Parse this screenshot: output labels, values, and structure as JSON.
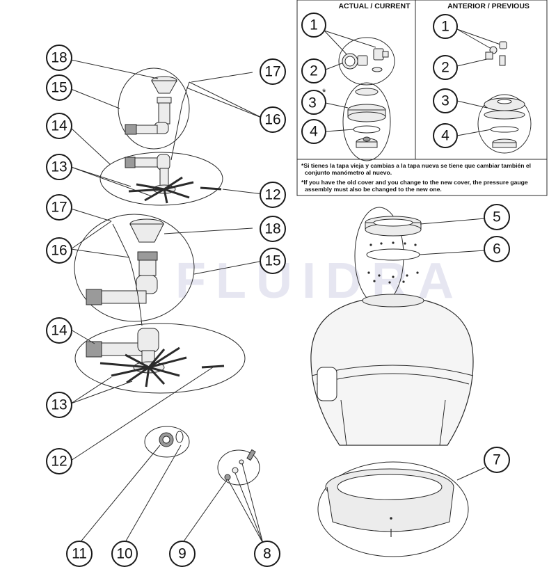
{
  "watermark": "FLUIDRA",
  "revision_box": {
    "current_header": "ACTUAL / CURRENT",
    "previous_header": "ANTERIOR / PREVIOUS",
    "current_labels": [
      "1",
      "2",
      "3",
      "4"
    ],
    "current_asterisk": "*",
    "previous_labels": [
      "1",
      "2",
      "3",
      "4"
    ],
    "note_es_line1": "*Si tienes la tapa vieja y cambias a la tapa nueva se tiene que cambiar también el",
    "note_es_line2": "conjunto manómetro al nuevo.",
    "note_en_line1": "*If you have the old cover and you change to the new cover, the pressure gauge",
    "note_en_line2": "assembly must also be changed to the new one."
  },
  "callouts": {
    "c18a": "18",
    "c15a": "15",
    "c17a": "17",
    "c16a": "16",
    "c14a": "14",
    "c13a": "13",
    "c12a": "12",
    "c17b": "17",
    "c16b": "16",
    "c18b": "18",
    "c15b": "15",
    "c14b": "14",
    "c13b": "13",
    "c12b": "12",
    "c5": "5",
    "c6": "6",
    "c7": "7",
    "c11": "11",
    "c10": "10",
    "c9": "9",
    "c8": "8"
  }
}
